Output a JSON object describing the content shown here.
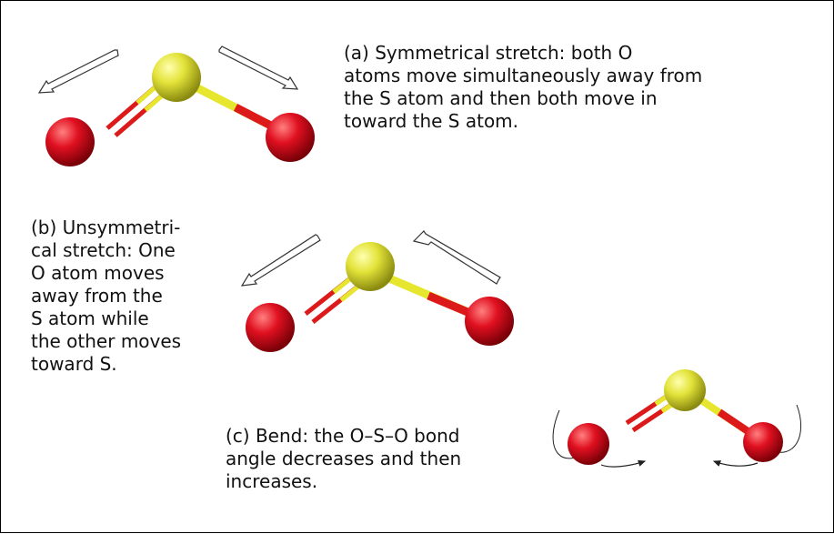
{
  "captions": {
    "a": "(a)  Symmetrical stretch: both O\natoms move simultaneously away from\nthe S atom and then both move in\ntoward the S atom.",
    "b": "(b) Unsymmetri-\ncal stretch: One\nO atom moves\naway from the\nS atom while\nthe other moves\ntoward S.",
    "c": "(c)  Bend: the O–S–O bond\nangle decreases and then\nincreases."
  },
  "colors": {
    "sulfur": "#d8d82a",
    "oxygen": "#e01020",
    "bond_yellow": "#e6e62e",
    "bond_red": "#dc1a1a",
    "arrow_outline": "#333333"
  },
  "molecules": [
    {
      "id": "a",
      "mode": "symmetrical-stretch"
    },
    {
      "id": "b",
      "mode": "unsymmetrical-stretch"
    },
    {
      "id": "c",
      "mode": "bend"
    }
  ]
}
